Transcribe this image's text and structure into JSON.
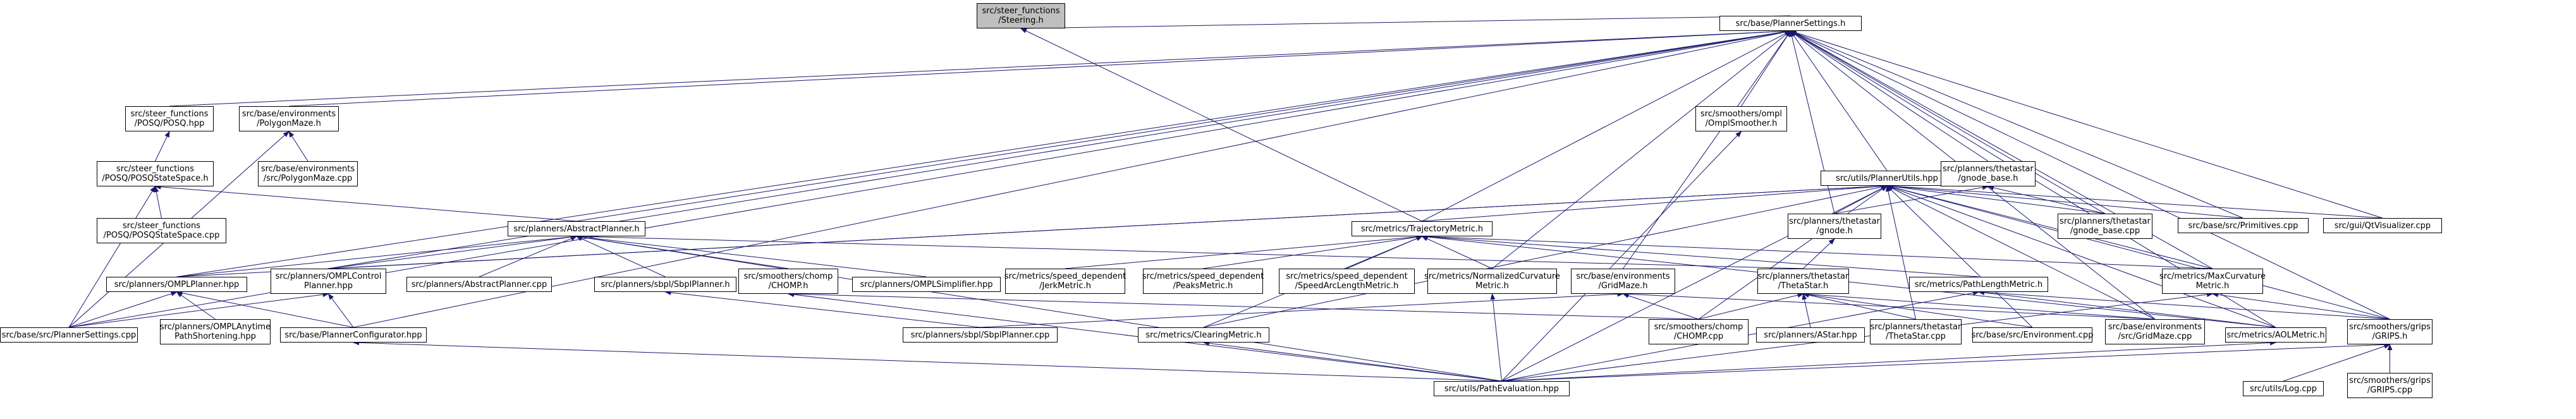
{
  "nodes": [
    {
      "id": "steering",
      "lines": [
        "src/steer_functions",
        "/Steering.h"
      ],
      "root": true
    },
    {
      "id": "plannersettings",
      "lines": [
        "src/base/PlannerSettings.h"
      ]
    },
    {
      "id": "posq_hpp",
      "lines": [
        "src/steer_functions",
        "/POSQ/POSQ.hpp"
      ]
    },
    {
      "id": "polygonmaze_h",
      "lines": [
        "src/base/environments",
        "/PolygonMaze.h"
      ]
    },
    {
      "id": "omplsmoother",
      "lines": [
        "src/smoothers/ompl",
        "/OmplSmoother.h"
      ]
    },
    {
      "id": "posqstatespace_h",
      "lines": [
        "src/steer_functions",
        "/POSQ/POSQStateSpace.h"
      ]
    },
    {
      "id": "polygonmaze_cpp",
      "lines": [
        "src/base/environments",
        "/src/PolygonMaze.cpp"
      ]
    },
    {
      "id": "plannerutils",
      "lines": [
        "src/utils/PlannerUtils.hpp"
      ]
    },
    {
      "id": "gnode_base_h",
      "lines": [
        "src/planners/thetastar",
        "/gnode_base.h"
      ]
    },
    {
      "id": "posqstatespace_cpp",
      "lines": [
        "src/steer_functions",
        "/POSQ/POSQStateSpace.cpp"
      ]
    },
    {
      "id": "abstractplanner_h",
      "lines": [
        "src/planners/AbstractPlanner.h"
      ]
    },
    {
      "id": "trajectorymetric",
      "lines": [
        "src/metrics/TrajectoryMetric.h"
      ]
    },
    {
      "id": "gnode_h",
      "lines": [
        "src/planners/thetastar",
        "/gnode.h"
      ]
    },
    {
      "id": "gnode_base_cpp",
      "lines": [
        "src/planners/thetastar",
        "/gnode_base.cpp"
      ]
    },
    {
      "id": "primitives_cpp",
      "lines": [
        "src/base/src/Primitives.cpp"
      ]
    },
    {
      "id": "qtvisualizer",
      "lines": [
        "src/gui/QtVisualizer.cpp"
      ]
    },
    {
      "id": "omplplanner",
      "lines": [
        "src/planners/OMPLPlanner.hpp"
      ]
    },
    {
      "id": "omplcontrol",
      "lines": [
        "src/planners/OMPLControl",
        "Planner.hpp"
      ]
    },
    {
      "id": "abstractplanner_cpp",
      "lines": [
        "src/planners/AbstractPlanner.cpp"
      ]
    },
    {
      "id": "sbplplanner_h",
      "lines": [
        "src/planners/sbpl/SbplPlanner.h"
      ]
    },
    {
      "id": "chomp_h",
      "lines": [
        "src/smoothers/chomp",
        "/CHOMP.h"
      ]
    },
    {
      "id": "omplsimplifier",
      "lines": [
        "src/planners/OMPLSimplifier.hpp"
      ]
    },
    {
      "id": "jerkmetric",
      "lines": [
        "src/metrics/speed_dependent",
        "/JerkMetric.h"
      ]
    },
    {
      "id": "peaksmetric",
      "lines": [
        "src/metrics/speed_dependent",
        "/PeaksMetric.h"
      ]
    },
    {
      "id": "speedarclength",
      "lines": [
        "src/metrics/speed_dependent",
        "/SpeedArcLengthMetric.h"
      ]
    },
    {
      "id": "normcurvature",
      "lines": [
        "src/metrics/NormalizedCurvature",
        "Metric.h"
      ]
    },
    {
      "id": "gridmaze_h",
      "lines": [
        "src/base/environments",
        "/GridMaze.h"
      ]
    },
    {
      "id": "thetastar_h",
      "lines": [
        "src/planners/thetastar",
        "/ThetaStar.h"
      ]
    },
    {
      "id": "pathlength",
      "lines": [
        "src/metrics/PathLengthMetric.h"
      ]
    },
    {
      "id": "maxcurvature",
      "lines": [
        "src/metrics/MaxCurvature",
        "Metric.h"
      ]
    },
    {
      "id": "plannersettings_cpp",
      "lines": [
        "src/base/src/PlannerSettings.cpp"
      ]
    },
    {
      "id": "anytime",
      "lines": [
        "src/planners/OMPLAnytime",
        "PathShortening.hpp"
      ]
    },
    {
      "id": "plannerconfigurator",
      "lines": [
        "src/base/PlannerConfigurator.hpp"
      ]
    },
    {
      "id": "sbplplanner_cpp",
      "lines": [
        "src/planners/sbpl/SbplPlanner.cpp"
      ]
    },
    {
      "id": "clearingmetric",
      "lines": [
        "src/metrics/ClearingMetric.h"
      ]
    },
    {
      "id": "chomp_cpp",
      "lines": [
        "src/smoothers/chomp",
        "/CHOMP.cpp"
      ]
    },
    {
      "id": "astar",
      "lines": [
        "src/planners/AStar.hpp"
      ]
    },
    {
      "id": "thetastar_cpp",
      "lines": [
        "src/planners/thetastar",
        "/ThetaStar.cpp"
      ]
    },
    {
      "id": "environment_cpp",
      "lines": [
        "src/base/src/Environment.cpp"
      ]
    },
    {
      "id": "gridmaze_cpp",
      "lines": [
        "src/base/environments",
        "/src/GridMaze.cpp"
      ]
    },
    {
      "id": "aolmetric",
      "lines": [
        "src/metrics/AOLMetric.h"
      ]
    },
    {
      "id": "grips_h",
      "lines": [
        "src/smoothers/grips",
        "/GRIPS.h"
      ]
    },
    {
      "id": "pathevaluation",
      "lines": [
        "src/utils/PathEvaluation.hpp"
      ]
    },
    {
      "id": "log_cpp",
      "lines": [
        "src/utils/Log.cpp"
      ]
    },
    {
      "id": "grips_cpp",
      "lines": [
        "src/smoothers/grips",
        "/GRIPS.cpp"
      ]
    }
  ],
  "edges": [
    [
      "steering",
      "plannersettings"
    ],
    [
      "steering",
      "trajectorymetric"
    ],
    [
      "plannersettings",
      "posq_hpp"
    ],
    [
      "plannersettings",
      "polygonmaze_h"
    ],
    [
      "plannersettings",
      "omplsmoother"
    ],
    [
      "plannersettings",
      "plannerutils"
    ],
    [
      "plannersettings",
      "gnode_base_h"
    ],
    [
      "plannersettings",
      "abstractplanner_h"
    ],
    [
      "plannersettings",
      "trajectorymetric"
    ],
    [
      "plannersettings",
      "gnode_h"
    ],
    [
      "plannersettings",
      "gnode_base_cpp"
    ],
    [
      "plannersettings",
      "primitives_cpp"
    ],
    [
      "plannersettings",
      "qtvisualizer"
    ],
    [
      "plannersettings",
      "omplplanner"
    ],
    [
      "plannersettings",
      "omplcontrol"
    ],
    [
      "plannersettings",
      "normcurvature"
    ],
    [
      "plannersettings",
      "gridmaze_h"
    ],
    [
      "plannersettings",
      "maxcurvature"
    ],
    [
      "plannersettings",
      "plannersettings_cpp"
    ],
    [
      "plannersettings",
      "plannerconfigurator"
    ],
    [
      "plannersettings",
      "grips_h"
    ],
    [
      "plannersettings",
      "aolmetric"
    ],
    [
      "plannersettings",
      "gridmaze_cpp"
    ],
    [
      "posq_hpp",
      "posqstatespace_h"
    ],
    [
      "polygonmaze_h",
      "polygonmaze_cpp"
    ],
    [
      "polygonmaze_h",
      "plannersettings_cpp"
    ],
    [
      "omplsmoother",
      "pathevaluation"
    ],
    [
      "posqstatespace_h",
      "posqstatespace_cpp"
    ],
    [
      "posqstatespace_h",
      "abstractplanner_h"
    ],
    [
      "posqstatespace_h",
      "plannersettings_cpp"
    ],
    [
      "plannerutils",
      "trajectorymetric"
    ],
    [
      "plannerutils",
      "gnode_h"
    ],
    [
      "plannerutils",
      "gnode_base_cpp"
    ],
    [
      "plannerutils",
      "primitives_cpp"
    ],
    [
      "plannerutils",
      "qtvisualizer"
    ],
    [
      "plannerutils",
      "omplplanner"
    ],
    [
      "plannerutils",
      "omplcontrol"
    ],
    [
      "plannerutils",
      "thetastar_cpp"
    ],
    [
      "plannerutils",
      "environment_cpp"
    ],
    [
      "plannerutils",
      "gridmaze_cpp"
    ],
    [
      "plannerutils",
      "aolmetric"
    ],
    [
      "plannerutils",
      "grips_h"
    ],
    [
      "plannerutils",
      "chomp_cpp"
    ],
    [
      "plannerutils",
      "pathevaluation"
    ],
    [
      "plannerutils",
      "maxcurvature"
    ],
    [
      "plannerutils",
      "clearingmetric"
    ],
    [
      "gnode_base_h",
      "gnode_base_cpp"
    ],
    [
      "gnode_base_h",
      "gnode_h"
    ],
    [
      "abstractplanner_h",
      "omplplanner"
    ],
    [
      "abstractplanner_h",
      "omplcontrol"
    ],
    [
      "abstractplanner_h",
      "abstractplanner_cpp"
    ],
    [
      "abstractplanner_h",
      "sbplplanner_h"
    ],
    [
      "abstractplanner_h",
      "chomp_h"
    ],
    [
      "abstractplanner_h",
      "omplsimplifier"
    ],
    [
      "abstractplanner_h",
      "thetastar_h"
    ],
    [
      "abstractplanner_h",
      "pathevaluation"
    ],
    [
      "trajectorymetric",
      "jerkmetric"
    ],
    [
      "trajectorymetric",
      "peaksmetric"
    ],
    [
      "trajectorymetric",
      "speedarclength"
    ],
    [
      "trajectorymetric",
      "normcurvature"
    ],
    [
      "trajectorymetric",
      "pathlength"
    ],
    [
      "trajectorymetric",
      "maxcurvature"
    ],
    [
      "trajectorymetric",
      "clearingmetric"
    ],
    [
      "trajectorymetric",
      "aolmetric"
    ],
    [
      "gnode_h",
      "thetastar_h"
    ],
    [
      "omplplanner",
      "plannersettings_cpp"
    ],
    [
      "omplplanner",
      "anytime"
    ],
    [
      "omplplanner",
      "plannerconfigurator"
    ],
    [
      "omplcontrol",
      "plannerconfigurator"
    ],
    [
      "omplcontrol",
      "plannersettings_cpp"
    ],
    [
      "sbplplanner_h",
      "sbplplanner_cpp"
    ],
    [
      "chomp_h",
      "chomp_cpp"
    ],
    [
      "chomp_h",
      "pathevaluation"
    ],
    [
      "normcurvature",
      "pathevaluation"
    ],
    [
      "gridmaze_h",
      "gridmaze_cpp"
    ],
    [
      "gridmaze_h",
      "sbplplanner_cpp"
    ],
    [
      "gridmaze_h",
      "chomp_cpp"
    ],
    [
      "thetastar_h",
      "astar"
    ],
    [
      "thetastar_h",
      "thetastar_cpp"
    ],
    [
      "thetastar_h",
      "environment_cpp"
    ],
    [
      "thetastar_h",
      "gridmaze_cpp"
    ],
    [
      "thetastar_h",
      "chomp_cpp"
    ],
    [
      "pathlength",
      "aolmetric"
    ],
    [
      "pathlength",
      "grips_h"
    ],
    [
      "pathlength",
      "pathevaluation"
    ],
    [
      "maxcurvature",
      "grips_h"
    ],
    [
      "maxcurvature",
      "pathevaluation"
    ],
    [
      "plannerconfigurator",
      "pathevaluation"
    ],
    [
      "clearingmetric",
      "pathevaluation"
    ],
    [
      "aolmetric",
      "pathevaluation"
    ],
    [
      "grips_h",
      "log_cpp"
    ],
    [
      "grips_h",
      "grips_cpp"
    ],
    [
      "grips_h",
      "pathevaluation"
    ]
  ]
}
